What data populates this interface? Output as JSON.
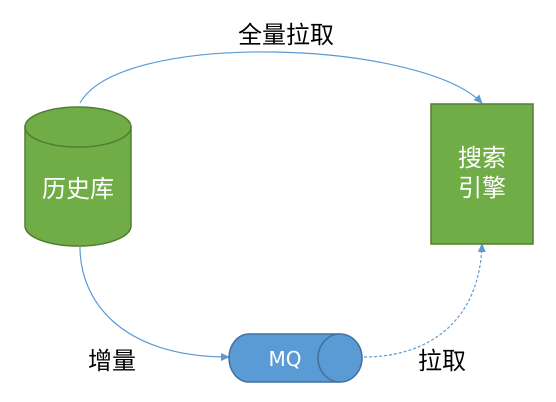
{
  "nodes": {
    "database": {
      "label": "历史库"
    },
    "search_engine": {
      "label_line1": "搜索",
      "label_line2": "引擎"
    },
    "mq": {
      "label": "MQ"
    }
  },
  "edges": {
    "full_pull": {
      "label": "全量拉取",
      "style": "solid"
    },
    "incremental": {
      "label": "增量",
      "style": "solid"
    },
    "pull": {
      "label": "拉取",
      "style": "dashed"
    }
  },
  "colors": {
    "green_fill": "#70AD47",
    "green_stroke": "#507E32",
    "blue_fill": "#5B9BD5",
    "blue_stroke": "#41719C",
    "arrow": "#5B9BD5",
    "text_dark": "#000000",
    "text_light": "#ffffff"
  }
}
